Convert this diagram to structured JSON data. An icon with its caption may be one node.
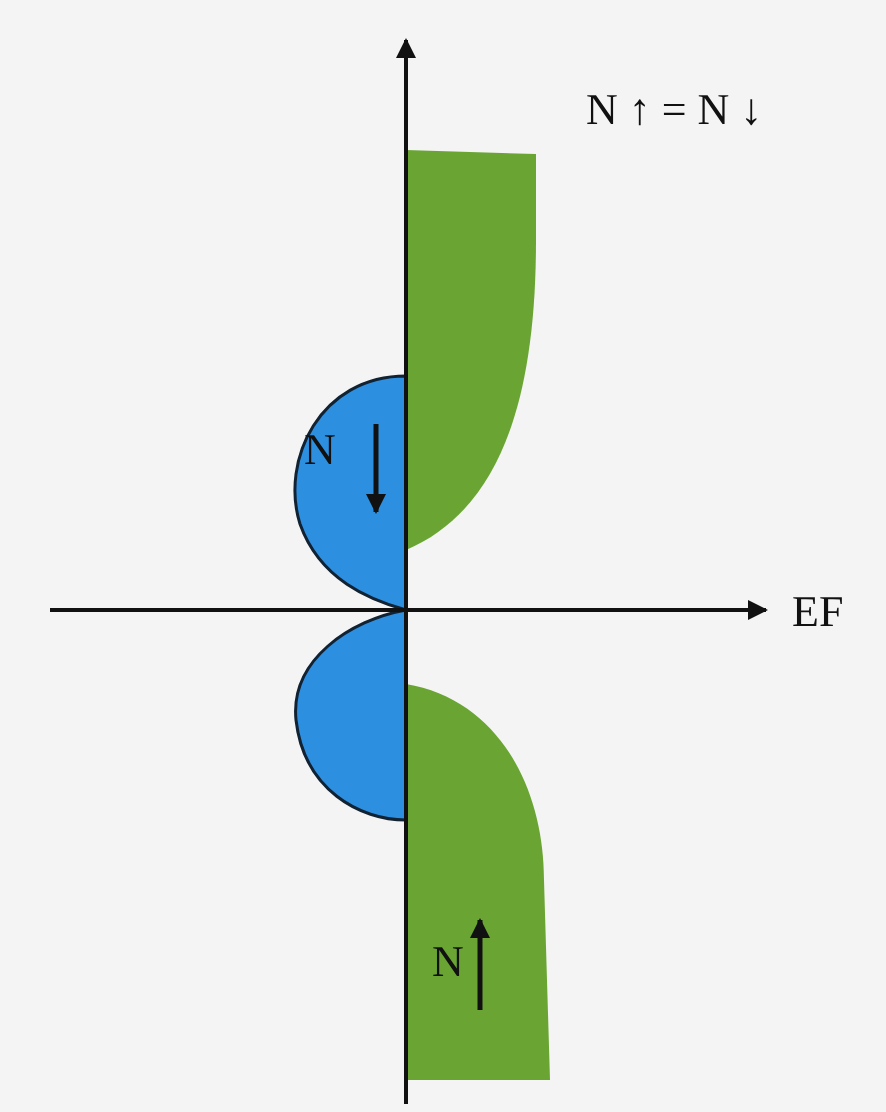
{
  "diagram": {
    "labels": [
      "N ↑ = N ↓",
      "N",
      "N",
      "EF"
    ]
  }
}
